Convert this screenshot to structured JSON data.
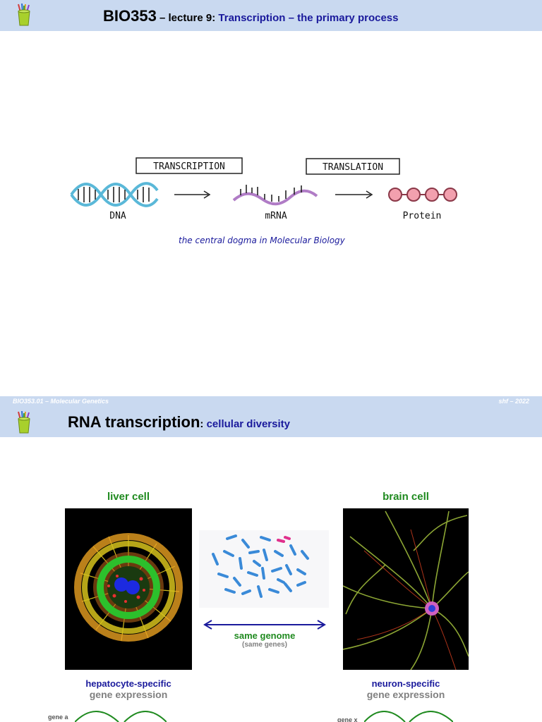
{
  "slide1": {
    "title_code": "BIO353",
    "title_lecture": " – lecture 9",
    "title_colon": ":  ",
    "title_subtitle": "Transcription – the primary process",
    "diagram": {
      "transcription_label": "TRANSCRIPTION",
      "translation_label": "TRANSLATION",
      "dna_label": "DNA",
      "mrna_label": "mRNA",
      "protein_label": "Protein",
      "dna_color": "#5ab8d8",
      "mrna_color": "#b07cc6",
      "protein_color": "#f2a0ae"
    },
    "caption": "the central dogma in Molecular Biology"
  },
  "footer": {
    "left": "BIO353.01 – Molecular Genetics",
    "right": "shf – 2022"
  },
  "slide2": {
    "title_main": "RNA transcription",
    "title_colon": ":  ",
    "title_subtitle": "cellular diversity",
    "left_cell": {
      "label": "liver cell",
      "spec_line1": "hepatocyte-specific",
      "spec_line2": "gene expression",
      "gene_label": "gene a"
    },
    "right_cell": {
      "label": "brain cell",
      "spec_line1": "neuron-specific",
      "spec_line2": "gene expression",
      "gene_label": "gene x"
    },
    "genome": {
      "line1": "same genome",
      "line2": "(same genes)"
    }
  },
  "colors": {
    "header_bg": "#c9d9f0",
    "navy_text": "#1a1a9c",
    "green_text": "#1f8a1f",
    "gray_text": "#808080"
  },
  "icons": [
    "pencil-cup-icon",
    "double-arrow-icon"
  ]
}
